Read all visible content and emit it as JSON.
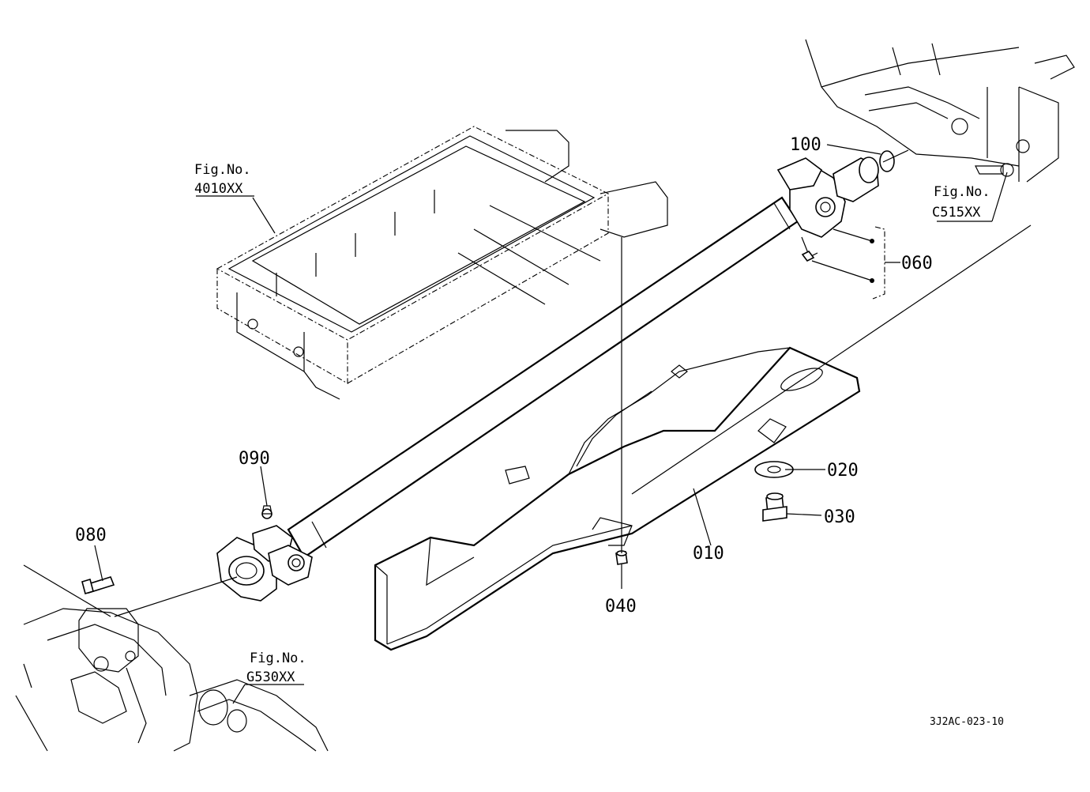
{
  "parts": {
    "p010": "010",
    "p020": "020",
    "p030": "030",
    "p040": "040",
    "p060": "060",
    "p080": "080",
    "p090": "090",
    "p100": "100"
  },
  "figure_refs": {
    "oil_pan": {
      "line1": "Fig.No.",
      "line2": "4010XX"
    },
    "transmission": {
      "line1": "Fig.No.",
      "line2": "C515XX"
    },
    "front_axle": {
      "line1": "Fig.No.",
      "line2": "G530XX"
    }
  },
  "drawing_code": "3J2AC-023-10"
}
